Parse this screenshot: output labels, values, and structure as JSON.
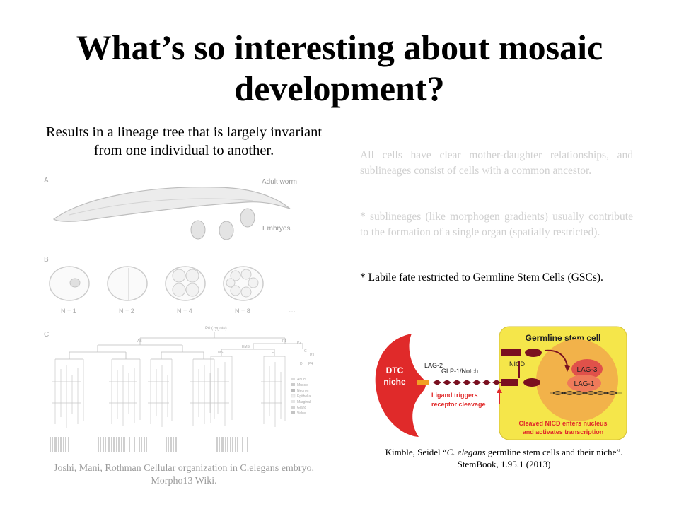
{
  "slide": {
    "title": "What’s so interesting about mosaic development?",
    "subtitle": "Results in a lineage tree that is largely invariant from one individual to another.",
    "paragraph1": "All cells have clear mother-daughter relationships, and sublineages consist of cells with a common ancestor.",
    "paragraph2": "* sublineages (like morphogen gradients) usually contribute to the formation of a single organ (spatially restricted).",
    "paragraph3": "* Labile fate restricted to Germline Stem Cells (GSCs).",
    "caption_left": "Joshi, Mani, Rothman Cellular organization in C.elegans embryo. Morpho13 Wiki.",
    "caption_right_pre": "Kimble, Seidel “",
    "caption_right_italic": "C. elegans",
    "caption_right_post": " germline stem cells and their niche”. StemBook, 1.95.1 (2013)"
  },
  "worm_figure": {
    "panel_a": "A",
    "panel_b": "B",
    "panel_c": "C",
    "adult_worm_label": "Adult worm",
    "embryos_label": "Embryos",
    "cell_counts": [
      "N = 1",
      "N = 2",
      "N = 4",
      "N = 8"
    ],
    "ellipsis": "...",
    "p0_label": "P0 (zygote)",
    "lineage_labels": [
      "AB",
      "P1",
      "EMS",
      "MS",
      "E",
      "C",
      "D",
      "P4",
      "P2",
      "P3"
    ],
    "legend_items": [
      "Anucl.",
      "Muscle",
      "Neuron",
      "Epithelial",
      "Marginal",
      "Gland",
      "Valve"
    ]
  },
  "gsc_diagram": {
    "germline_title": "Germline stem cell",
    "dtc_line1": "DTC",
    "dtc_line2": "niche",
    "lag2": "LAG-2",
    "glp1": "GLP-1/Notch",
    "nicd": "NICD",
    "lag3": "LAG-3",
    "lag1": "LAG-1",
    "ligand_line1": "Ligand triggers",
    "ligand_line2": "receptor cleavage",
    "cleaved_line1": "Cleaved NICD enters nucleus",
    "cleaved_line2": "and activates transcription",
    "colors": {
      "dtc_red": "#e02a2a",
      "cell_yellow": "#f5e64a",
      "nucleus_orange": "#f2b24a",
      "maroon": "#7a1020"
    }
  }
}
